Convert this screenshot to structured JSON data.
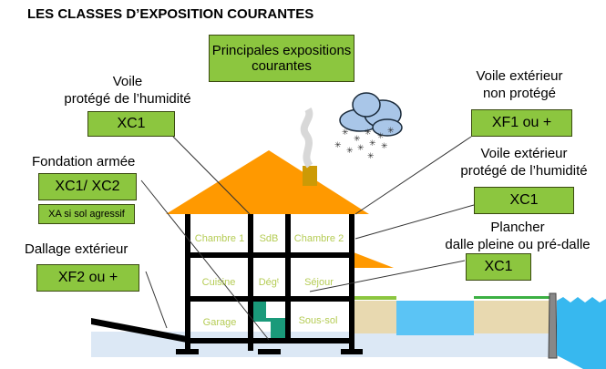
{
  "title": "LES CLASSES D’EXPOSITION COURANTES",
  "legend_box": "Principales expositions courantes",
  "left": {
    "voile_label1": "Voile",
    "voile_label2": "protégé de l’humidité",
    "voile_class": "XC1",
    "fondation_label": "Fondation armée",
    "fondation_class": "XC1/ XC2",
    "fondation_note": "XA si sol agressif",
    "dallage_label": "Dallage extérieur",
    "dallage_class": "XF2 ou +"
  },
  "right": {
    "ext_label1": "Voile extérieur",
    "ext_label2": "non protégé",
    "ext_class": "XF1 ou +",
    "prot_label1": "Voile extérieur",
    "prot_label2": "protégé de l’humidité",
    "prot_class": "XC1",
    "plancher_label1": "Plancher",
    "plancher_label2": "dalle pleine ou pré-dalle",
    "plancher_class": "XC1"
  },
  "rooms": {
    "chambre1": "Chambre 1",
    "sdb": "SdB",
    "chambre2": "Chambre 2",
    "cuisine": "Cuisine",
    "deg": "Dégᵗ",
    "sejour": "Séjour",
    "garage": "Garage",
    "soussol": "Sous-sol"
  },
  "colors": {
    "green_box": "#8cc63f",
    "roof": "#ff9900",
    "room_text": "#b5cc55",
    "water": "#5bc4f5"
  }
}
